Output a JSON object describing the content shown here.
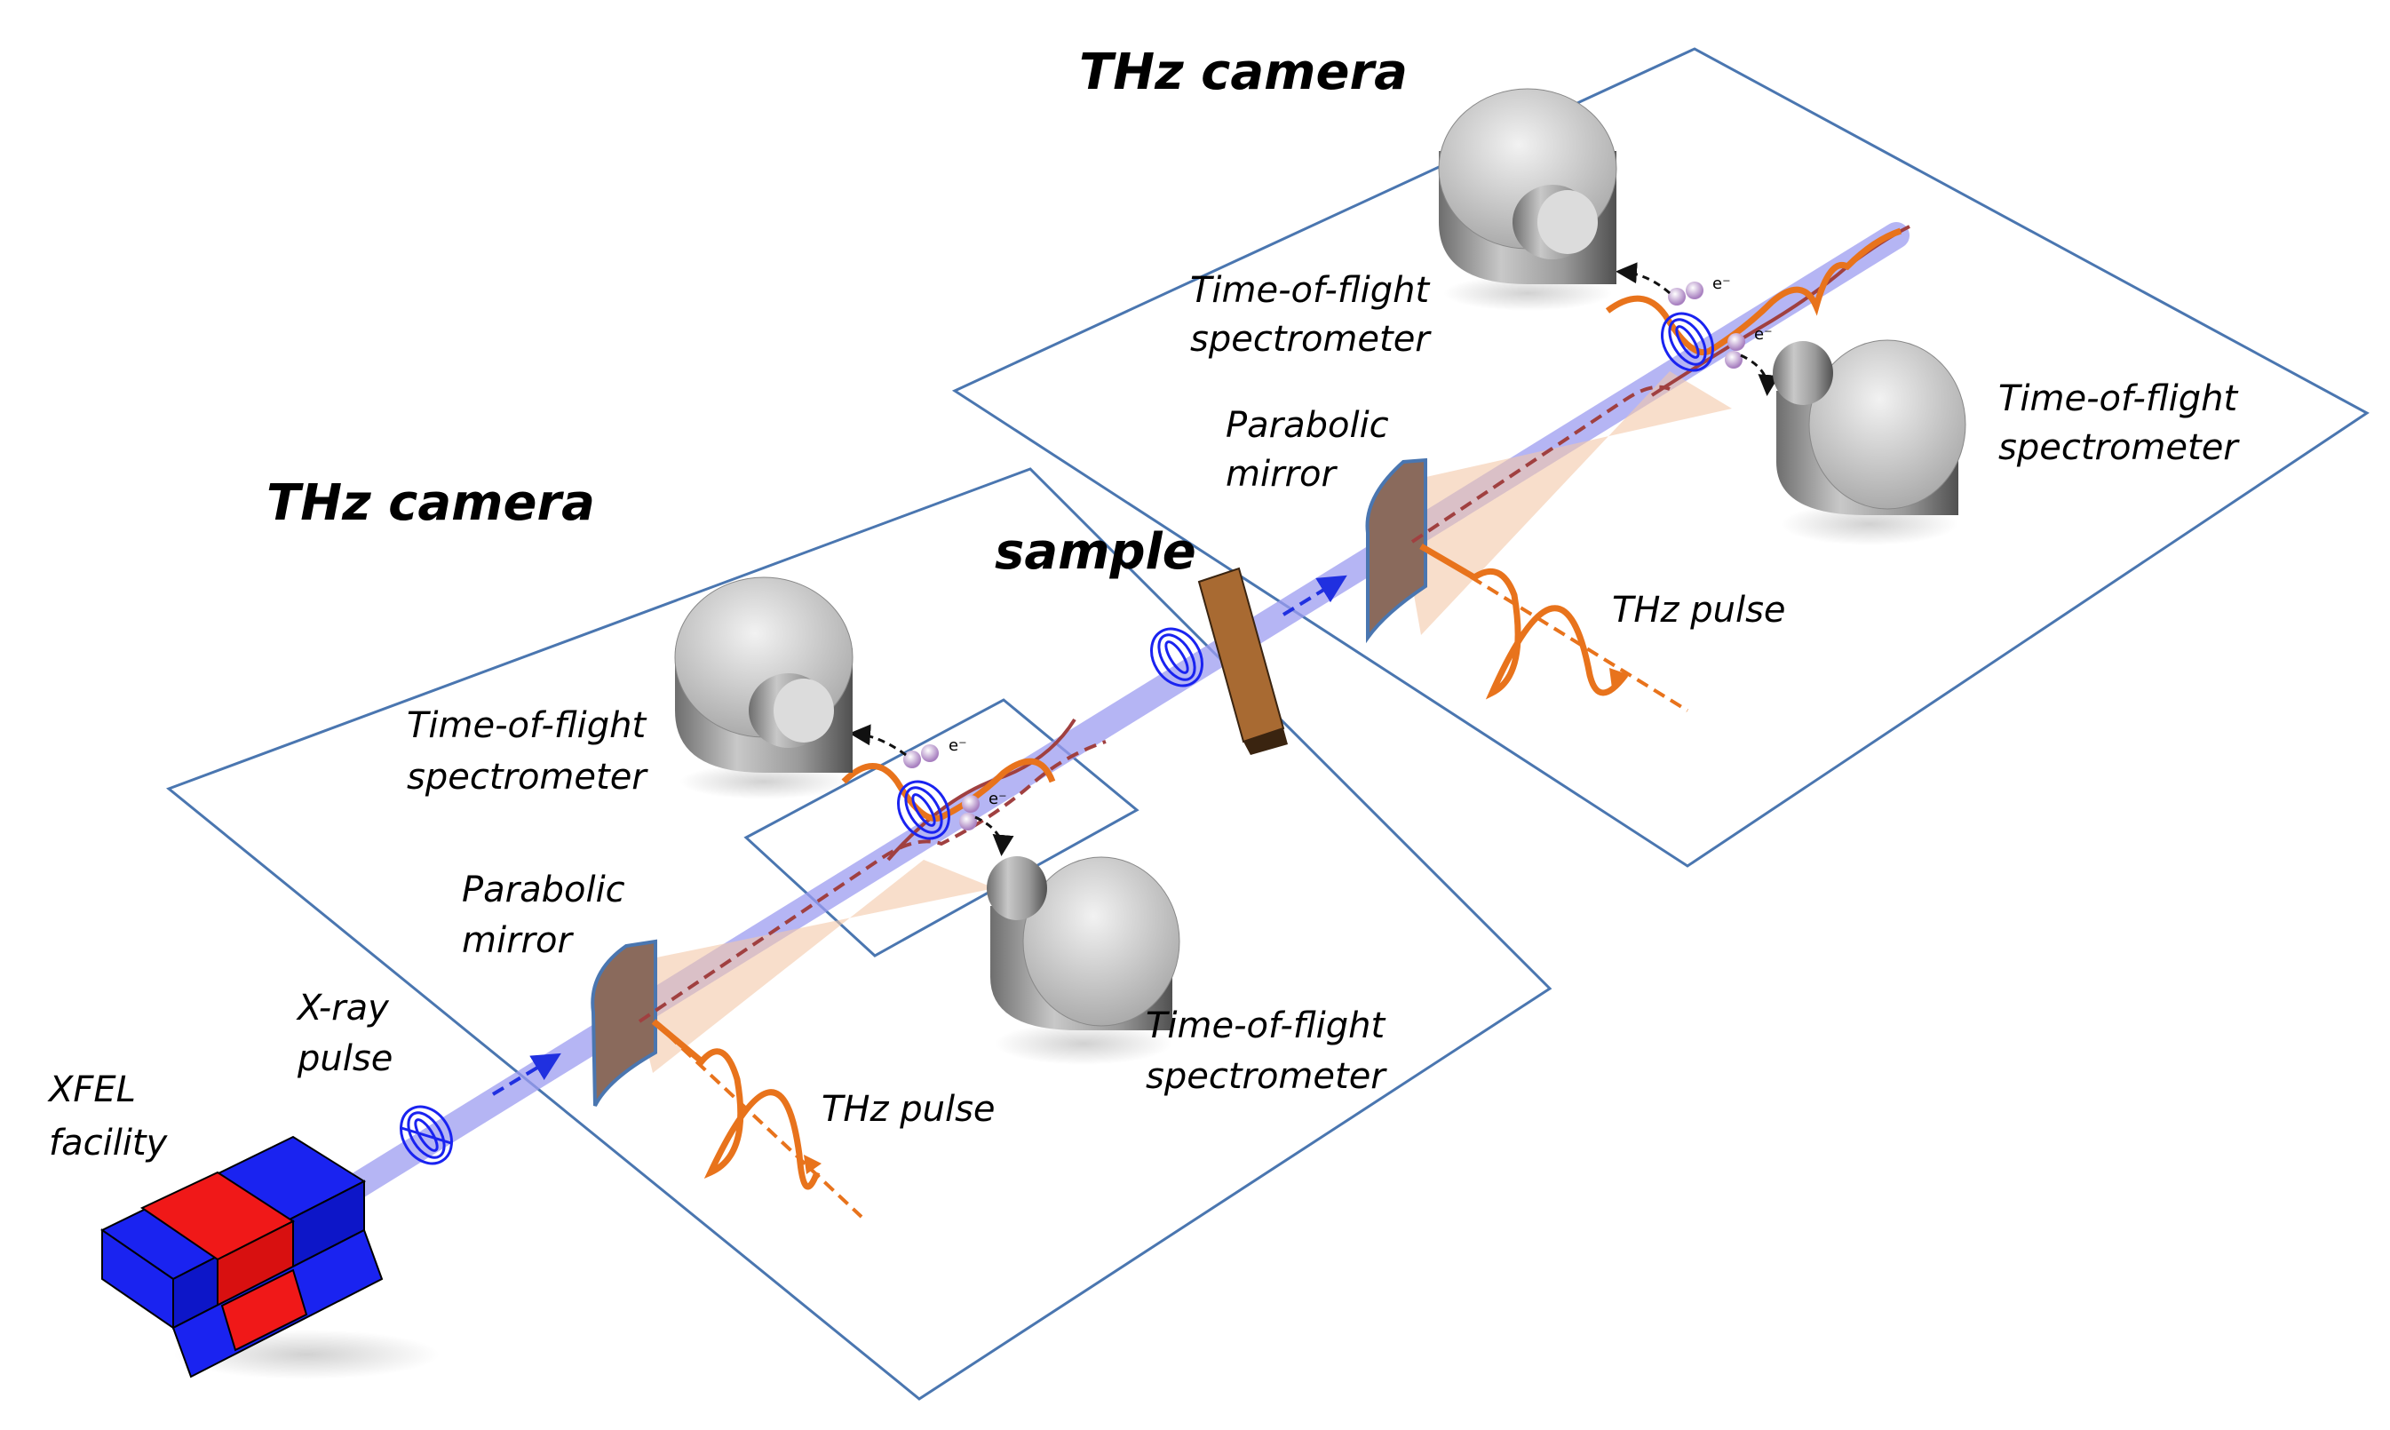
{
  "labels": {
    "thz_camera_top": "THz camera",
    "thz_camera_bottom": "THz camera",
    "sample": "sample",
    "tof_top_left_1": "Time-of-flight",
    "tof_top_left_2": "spectrometer",
    "tof_top_right_1": "Time-of-flight",
    "tof_top_right_2": "spectrometer",
    "mirror_top_1": "Parabolic",
    "mirror_top_2": "mirror",
    "thz_pulse_top": "THz pulse",
    "tof_bottom_left_1": "Time-of-flight",
    "tof_bottom_left_2": "spectrometer",
    "tof_bottom_right_1": "Time-of-flight",
    "tof_bottom_right_2": "spectrometer",
    "mirror_bottom_1": "Parabolic",
    "mirror_bottom_2": "mirror",
    "thz_pulse_bottom": "THz pulse",
    "xray_1": "X-ray",
    "xray_2": "pulse",
    "xfel_1": "XFEL",
    "xfel_2": "facility",
    "electron": "e⁻"
  },
  "colors": {
    "plate_border": "#4a76b0",
    "xray_beam": "#9c9cf0",
    "thz_wave": "#e8731c",
    "electron_path": "#a04040",
    "xfel_blue": "#1a23f0",
    "xfel_red": "#f01818",
    "sample": "#a86a32",
    "cone": "#f4c8a8"
  }
}
